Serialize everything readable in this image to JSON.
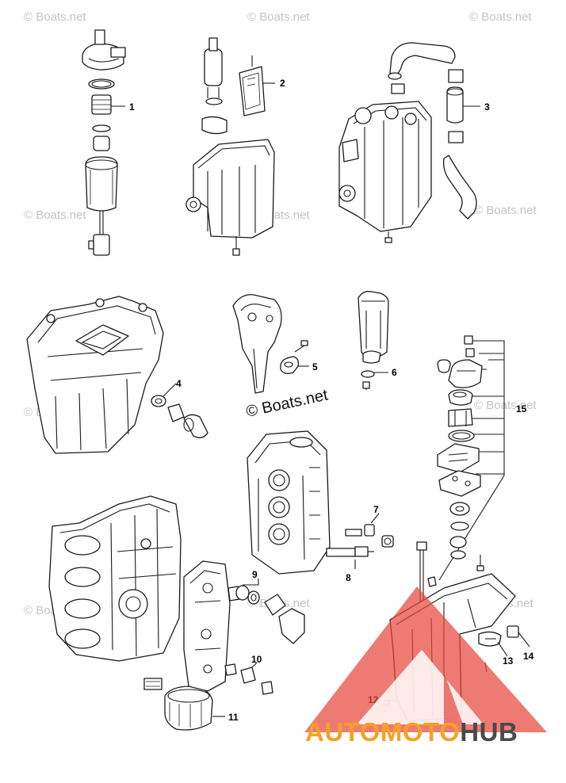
{
  "watermark": {
    "text": "© Boats.net",
    "brand_text": "© Boats.net"
  },
  "callouts": {
    "c1": "1",
    "c2": "2",
    "c3": "3",
    "c4": "4",
    "c5": "5",
    "c6": "6",
    "c7": "7",
    "c8": "8",
    "c9": "9",
    "c10": "10",
    "c11": "11",
    "c12": "12",
    "c13": "13",
    "c14": "14",
    "c15": "15"
  },
  "logo": {
    "part_a": "AUTOMOTO",
    "part_b": "HUB",
    "color_a": "#f4a224",
    "color_b": "#4a4a4a",
    "triangle_color": "#e8463f"
  }
}
